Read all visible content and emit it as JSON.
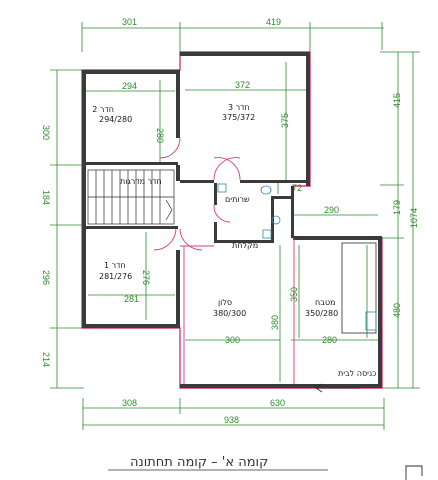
{
  "colors": {
    "wall": "#2b2b2b",
    "wall_highlight": "#d23c7d",
    "dimension": "#2c8a2c",
    "text": "#1a1a1a"
  },
  "dimensions": {
    "top_left": "301",
    "top_right": "419",
    "left_300": "300",
    "left_184": "184",
    "left_296": "296",
    "left_214": "214",
    "right_415": "415",
    "right_179": "179",
    "right_480": "480",
    "right_1074": "1074",
    "bottom_308": "308",
    "bottom_630": "630",
    "bottom_938": "938",
    "room2_width": "294",
    "room2_height": "280",
    "room3_width": "372",
    "room3_height": "375",
    "room1_height": "276",
    "room1_width": "281",
    "bath_72": "72",
    "kitchen_width": "290",
    "kitchen_280": "280",
    "kitchen_350": "350",
    "salon_height": "380",
    "salon_width": "300"
  },
  "rooms": {
    "room2": {
      "name": "חדר 2",
      "size": "294/280"
    },
    "room3": {
      "name": "חדר 3",
      "size": "375/372"
    },
    "room1": {
      "name": "חדר 1",
      "size": "281/276"
    },
    "salon": {
      "name": "סלון",
      "size": "380/300"
    },
    "kitchen": {
      "name": "מטבח",
      "size": "350/280"
    }
  },
  "labels": {
    "stair_room": "חדר מדרגות",
    "bathrooms": "שרותים",
    "shower": "מקלחת",
    "entrance": "כניסה לבית"
  },
  "title": "קומה א' – קומה תחתונה"
}
